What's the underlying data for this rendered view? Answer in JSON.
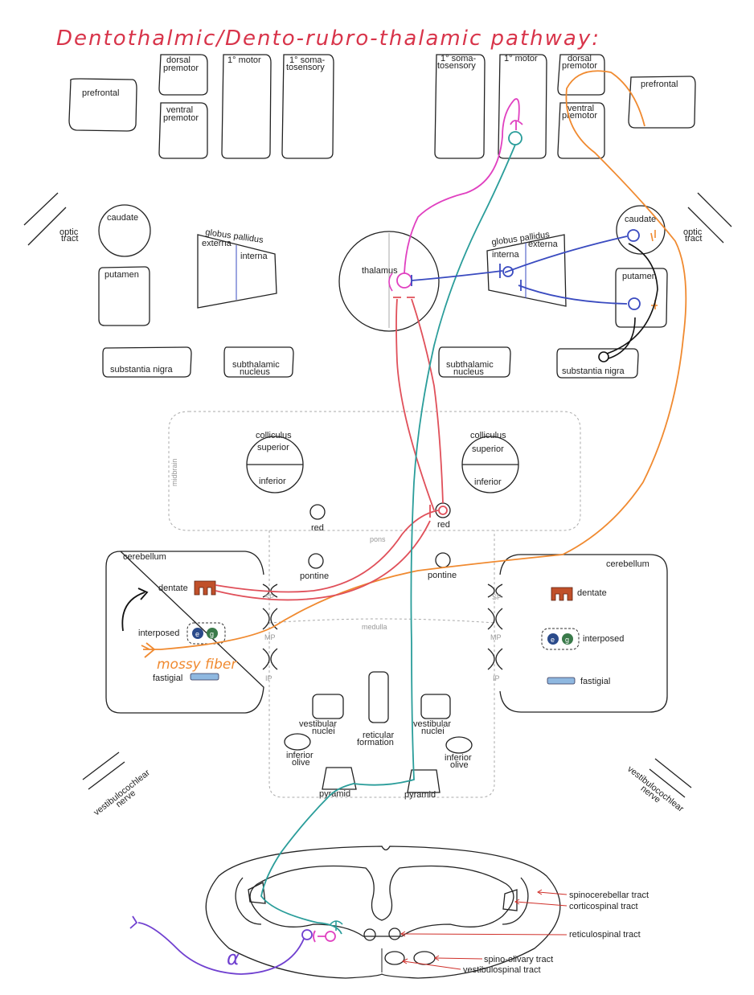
{
  "title": "Dentothalmic/Dento-rubro-thalamic pathway:",
  "cortex": {
    "dorsal_premotor": "dorsal premotor",
    "ventral_premotor": "ventral premotor",
    "primary_motor": "1° motor",
    "primary_somatosensory": "1° soma- tosensory",
    "prefrontal": "prefrontal"
  },
  "basal_ganglia": {
    "caudate": "caudate",
    "putamen": "putamen",
    "globus_pallidus": "globus pallidus",
    "externa": "externa",
    "interna": "interna",
    "thalamus": "thalamus",
    "substantia_nigra": "substantia nigra",
    "subthalamic_nucleus": "subthalamic nucleus",
    "optic_tract": "optic tract"
  },
  "brainstem": {
    "midbrain": "midbrain",
    "colliculus": "colliculus",
    "superior": "superior",
    "inferior": "inferior",
    "red": "red",
    "pons": "pons",
    "pontine": "pontine",
    "medulla": "medulla",
    "vestibular_nuclei": "vestibular nuclei",
    "reticular_formation": "reticular formation",
    "inferior_olive": "inferior olive",
    "pyramid": "pyramid",
    "sp": "SP",
    "mp": "MP",
    "ip": "IP"
  },
  "cerebellum": {
    "cerebellum": "cerebellum",
    "dentate": "dentate",
    "interposed": "interposed",
    "fastigial": "fastigial",
    "e": "e",
    "g": "g",
    "mossy_fiber": "mossy fiber",
    "vestibulocochlear_nerve": "vestibulocochlear nerve"
  },
  "spinal_cord": {
    "spinocerebellar": "spinocerebellar tract",
    "corticospinal": "corticospinal tract",
    "reticulospinal": "reticulospinal tract",
    "spino_olivary": "spino-olivary tract",
    "vestibulospinal": "vestibulospinal tract",
    "alpha": "α"
  },
  "colors": {
    "red_path": "#e0505a",
    "teal_path": "#2a9d9a",
    "pink_path": "#e040c0",
    "blue_path": "#3a4bc0",
    "orange_path": "#f08a30",
    "purple_path": "#7040d0",
    "dentate_fill": "#c0502a",
    "fastigial_fill": "#8fb8e0",
    "e_fill": "#2a4a8a",
    "g_fill": "#3a7a4a",
    "label_red": "#d0302a"
  }
}
